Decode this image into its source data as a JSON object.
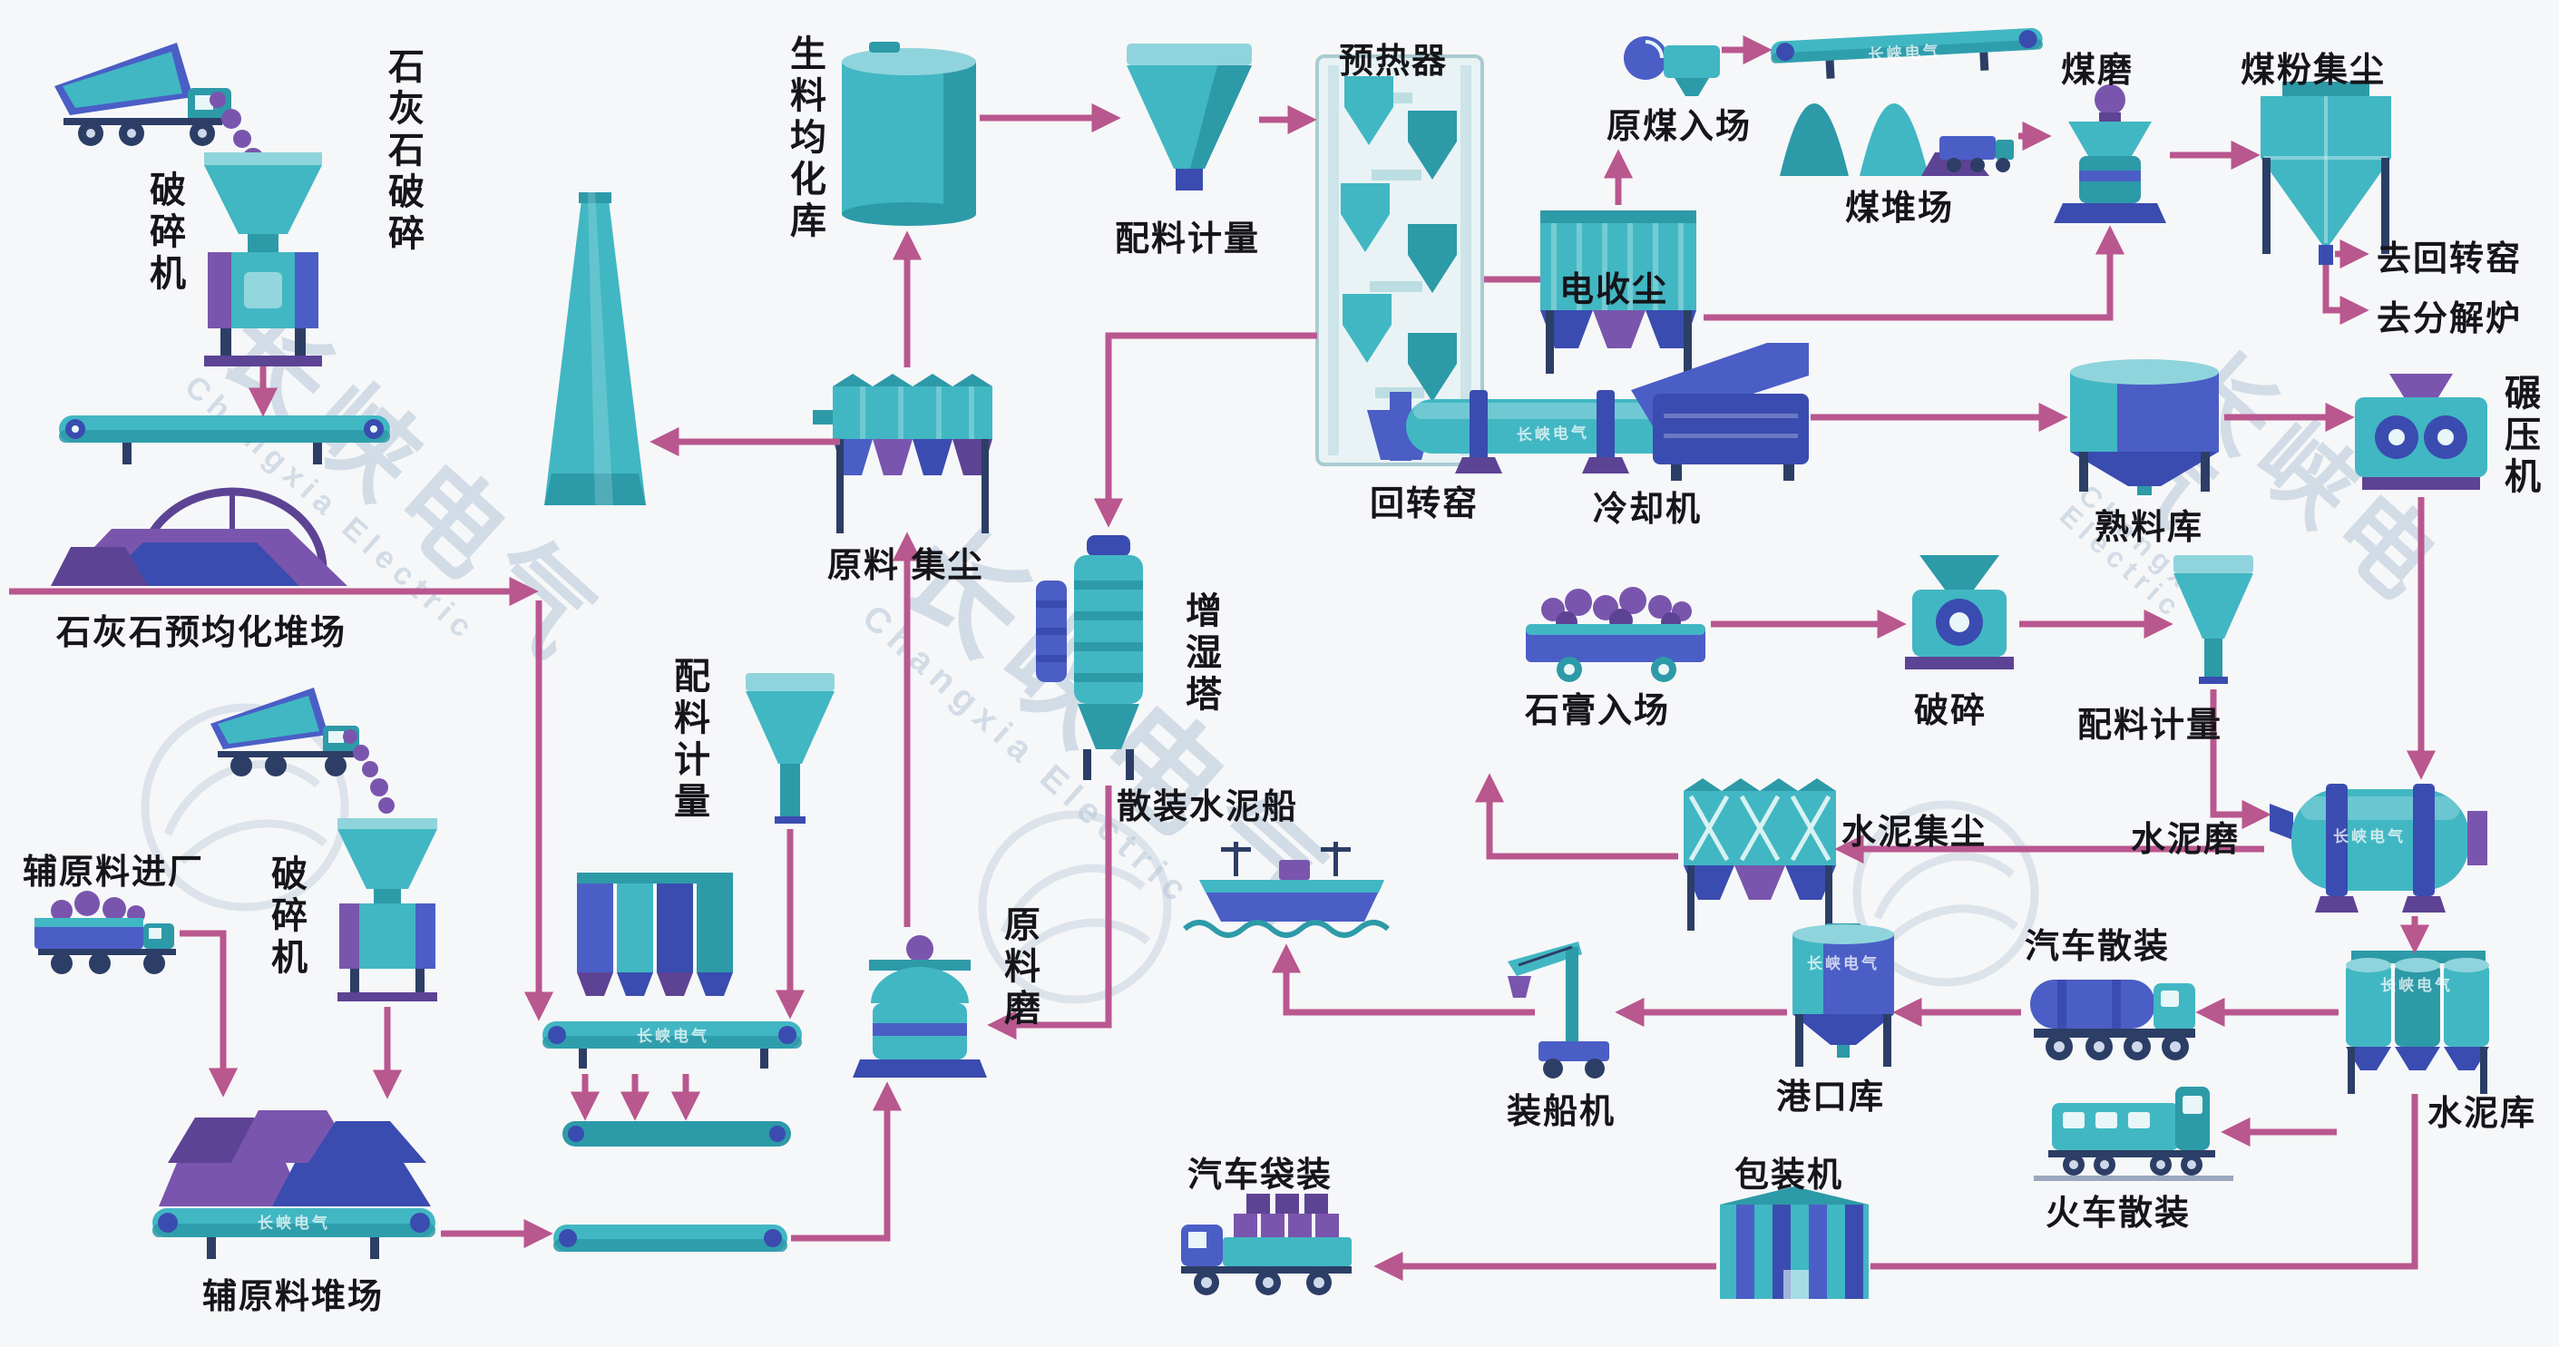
{
  "watermark": {
    "cn": "长峡电气",
    "en": "Changxia Electric"
  },
  "colors": {
    "teal": "#41b7c3",
    "teal_dark": "#2d9aa8",
    "teal_light": "#8fd4dc",
    "blue": "#4a5ec6",
    "blue_dark": "#3a4cb0",
    "purple": "#7a55ad",
    "purple_dark": "#5d4394",
    "arrow": "#b9578f",
    "background": "#f6f7f8",
    "watermark": "#9fb4cc"
  },
  "icons": [
    "dump-truck-icon",
    "crusher-icon",
    "belt-conveyor-icon",
    "stockpile-icon",
    "stacker-arc-icon",
    "chimney-icon",
    "bag-filter-icon",
    "silo-icon",
    "weigh-hopper-icon",
    "preheater-tower-icon",
    "electrostatic-precipitator-icon",
    "rotary-kiln-icon",
    "grate-cooler-icon",
    "clinker-silo-icon",
    "roller-press-icon",
    "coal-feeder-icon",
    "coal-storage-icon",
    "vertical-mill-icon",
    "cyclone-collector-icon",
    "gypsum-cart-icon",
    "ball-mill-icon",
    "cargo-ship-icon",
    "tanker-truck-icon",
    "silo-group-icon",
    "ship-loader-icon",
    "port-silo-icon",
    "packing-house-icon",
    "flatbed-truck-icon",
    "locomotive-icon",
    "humidifying-tower-icon",
    "batching-bins-icon"
  ],
  "labels": {
    "limestone_crushing": "石灰石破碎",
    "crusher_1": "破碎机",
    "limestone_preblending_yard": "石灰石预均化堆场",
    "raw_meal_silo": "生料均化库",
    "batching_1": "配料计量",
    "preheater": "预热器",
    "raw_coal_entry": "原煤入场",
    "coal_yard": "煤堆场",
    "coal_mill": "煤磨",
    "coal_dust_collector": "煤粉集尘",
    "to_rotary_kiln": "去回转窑",
    "to_calciner": "去分解炉",
    "esp": "电收尘",
    "rotary_kiln": "回转窑",
    "cooler": "冷却机",
    "clinker_silo": "熟料库",
    "roller_press": "碾压机",
    "raw_dust_collector": "原料 集尘",
    "humidifying_tower": "增湿塔",
    "gypsum_entry": "石膏入场",
    "gypsum_crushing": "破碎",
    "batching_2": "配料计量",
    "cement_mill": "水泥磨",
    "cement_dust_collector": "水泥集尘",
    "bulk_cement_ship": "散装水泥船",
    "truck_bulk": "汽车散装",
    "cement_silo": "水泥库",
    "ship_loader": "装船机",
    "port_silo": "港口库",
    "packing_machine": "包装机",
    "truck_bagged": "汽车袋装",
    "train_bulk": "火车散装",
    "aux_material_entry": "辅原料进厂",
    "crusher_2": "破碎机",
    "batching_3": "配料计量",
    "aux_material_yard": "辅原料堆场",
    "raw_mill": "原料磨"
  }
}
